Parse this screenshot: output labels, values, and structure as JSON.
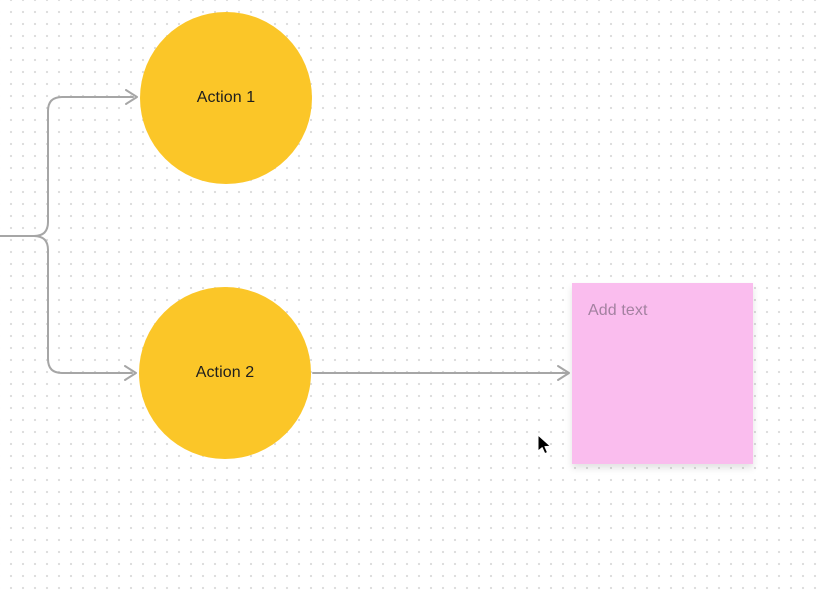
{
  "canvas": {
    "background_color": "#ffffff",
    "dot_color": "#dcdcdc"
  },
  "shapes": {
    "action1": {
      "label": "Action 1",
      "fill": "#fbc628",
      "text_color": "#1e1e1e"
    },
    "action2": {
      "label": "Action 2",
      "fill": "#fbc628",
      "text_color": "#1e1e1e"
    },
    "sticky": {
      "placeholder": "Add text",
      "fill": "#fabdee",
      "placeholder_color": "#a381a0"
    }
  },
  "connectors": {
    "stroke": "#a6a6a6"
  },
  "cursor": {
    "fill": "#000000",
    "outline": "#ffffff"
  }
}
